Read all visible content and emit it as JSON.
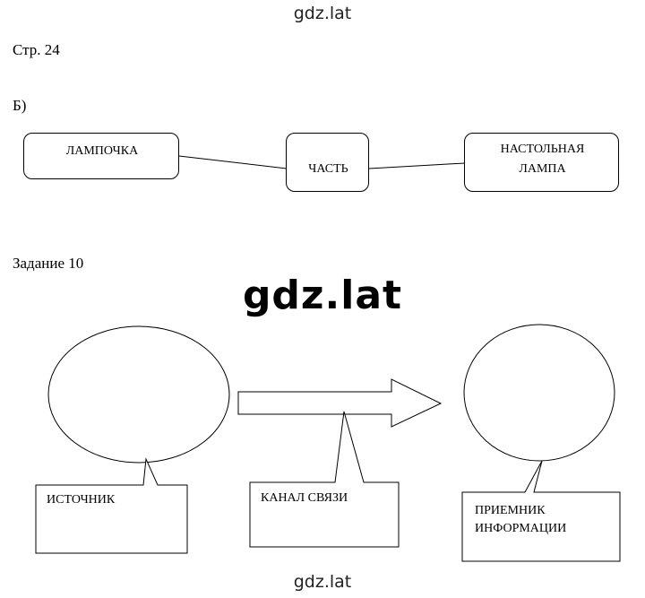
{
  "watermark": "gdz.lat",
  "page_label": "Стр. 24",
  "section_b_label": "Б)",
  "diagram_b": {
    "left_box": "ЛАМПОЧКА",
    "center_box": "ЧАСТЬ",
    "right_box_line1": "НАСТОЛЬНАЯ",
    "right_box_line2": "ЛАМПА"
  },
  "task_label": "Задание 10",
  "diagram_10": {
    "source_label": "ИСТОЧНИК",
    "channel_label": "КАНАЛ СВЯЗИ",
    "receiver_line1": "ПРИЕМНИК",
    "receiver_line2": "ИНФОРМАЦИИ"
  }
}
